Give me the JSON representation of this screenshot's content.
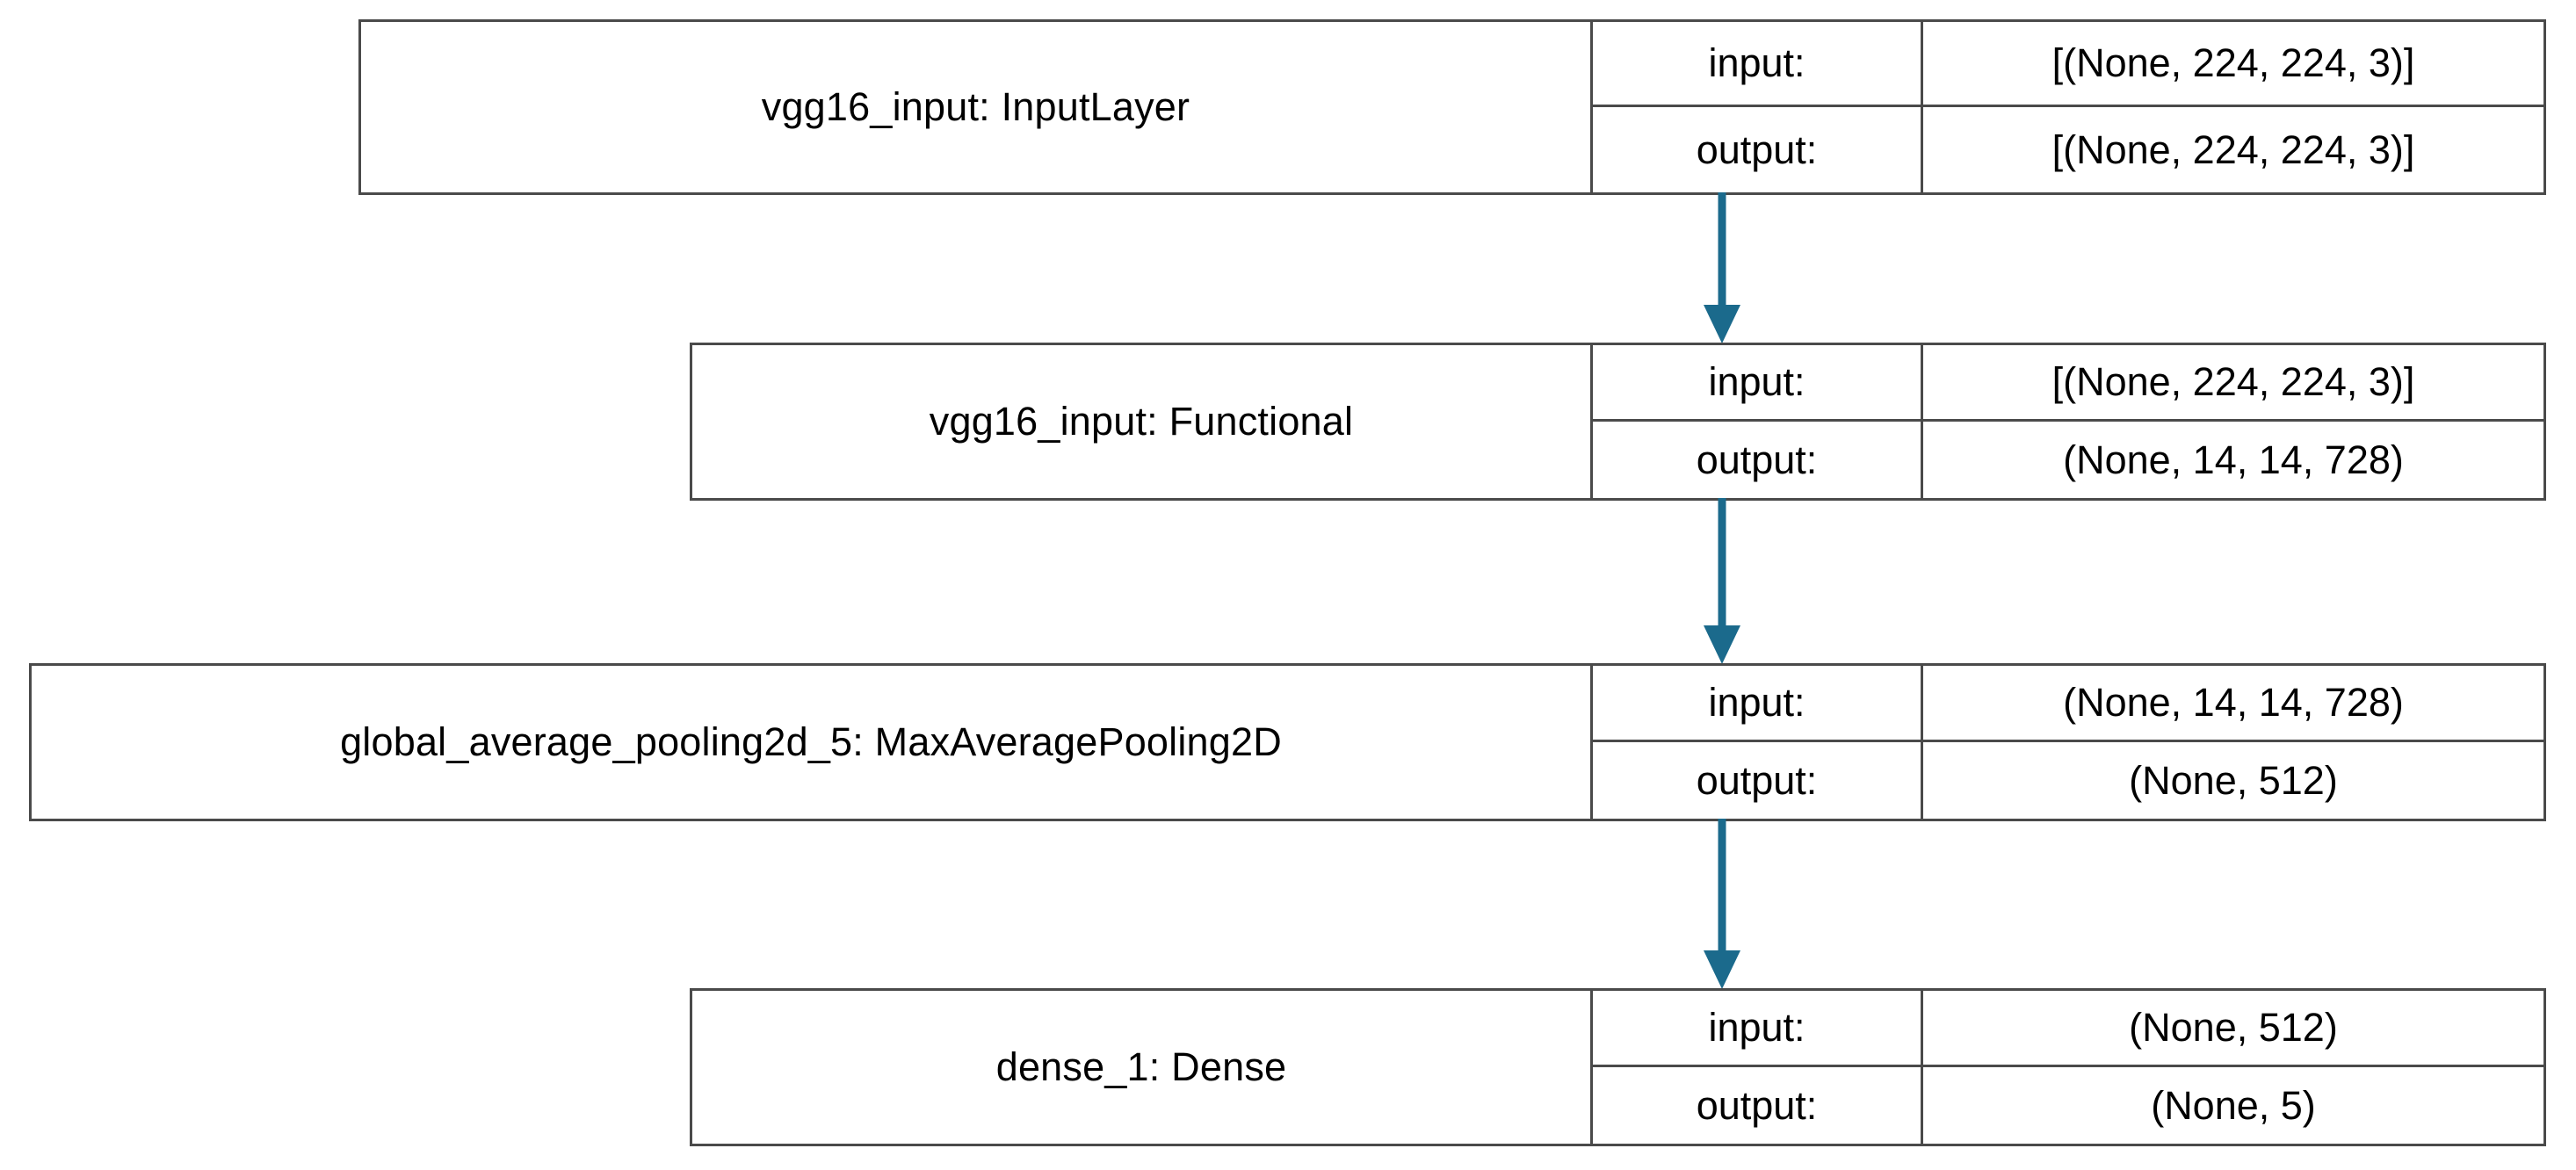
{
  "diagram": {
    "type": "keras-model-architecture",
    "title": "",
    "background_color": "#ffffff",
    "box_border_color": "#4a4a4a",
    "arrow_color": "#1b6a8c",
    "text_color": "#000000",
    "io_labels": {
      "input": "input:",
      "output": "output:"
    },
    "nodes": [
      {
        "id": "vgg16_input_inputlayer",
        "name": "vgg16_input: InputLayer",
        "input_label": "input:",
        "input_shape": "[(None, 224, 224, 3)]",
        "output_label": "output:",
        "output_shape": "[(None, 224, 224, 3)]"
      },
      {
        "id": "vgg16_input_functional",
        "name": "vgg16_input: Functional",
        "input_label": "input:",
        "input_shape": "[(None, 224, 224, 3)]",
        "output_label": "output:",
        "output_shape": "(None, 14, 14, 728)"
      },
      {
        "id": "global_average_pooling2d_5",
        "name": "global_average_pooling2d_5: MaxAveragePooling2D",
        "input_label": "input:",
        "input_shape": "(None, 14, 14, 728)",
        "output_label": "output:",
        "output_shape": "(None, 512)"
      },
      {
        "id": "dense_1",
        "name": "dense_1: Dense",
        "input_label": "input:",
        "input_shape": "(None, 512)",
        "output_label": "output:",
        "output_shape": "(None, 5)"
      }
    ],
    "edges": [
      {
        "from": "vgg16_input_inputlayer",
        "to": "vgg16_input_functional"
      },
      {
        "from": "vgg16_input_functional",
        "to": "global_average_pooling2d_5"
      },
      {
        "from": "global_average_pooling2d_5",
        "to": "dense_1"
      }
    ]
  }
}
